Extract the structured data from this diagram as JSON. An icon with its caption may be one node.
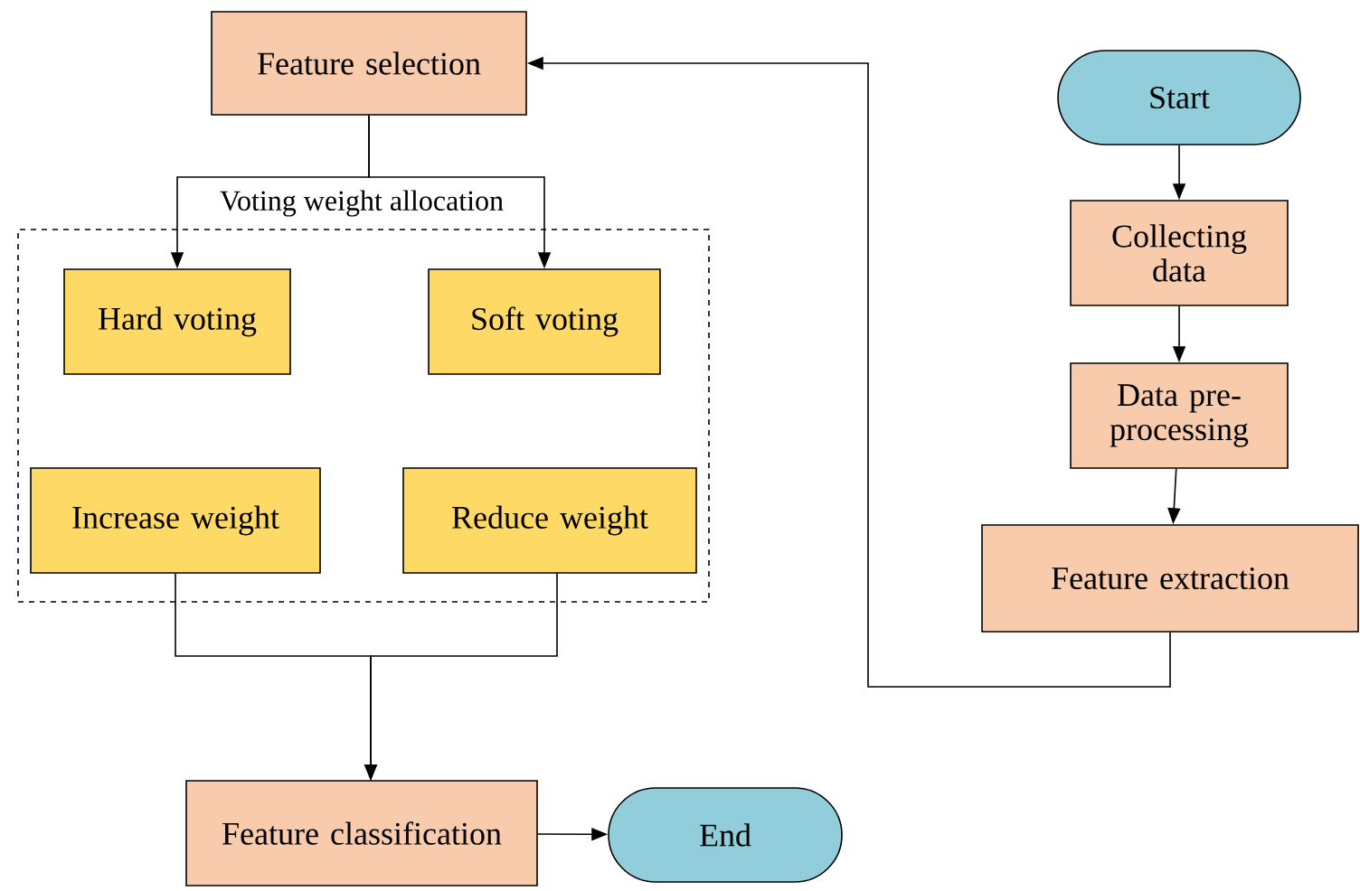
{
  "diagram": {
    "nodes": [
      {
        "text": [
          "Start"
        ]
      },
      {
        "text": [
          "Collecting data"
        ]
      },
      {
        "text": [
          "Data pre-processing"
        ]
      },
      {
        "text": [
          "Feature extraction"
        ]
      },
      {
        "text": [
          "Feature selection"
        ]
      },
      {
        "text": [
          "Voting weight allocation"
        ]
      },
      {
        "text": [
          "Hard voting"
        ],
        "in": 5
      },
      {
        "text": [
          "Soft voting"
        ],
        "in": 5
      },
      {
        "text": [
          "Increase weight"
        ],
        "in": 5
      },
      {
        "text": [
          "Reduce weight"
        ],
        "in": 5
      },
      {
        "text": [
          "Feature classification"
        ]
      },
      {
        "text": [
          "End"
        ]
      }
    ],
    "edges": [
      {
        "from": 0,
        "to": 1,
        "arrow": "to"
      },
      {
        "from": 1,
        "to": 2,
        "arrow": "to"
      },
      {
        "from": 2,
        "to": 3,
        "arrow": "to"
      },
      {
        "from": 3,
        "to": 4,
        "arrow": "to"
      },
      {
        "from": 4,
        "to": 6,
        "arrow": "to"
      },
      {
        "from": 4,
        "to": 7,
        "arrow": "to"
      },
      {
        "from": 8,
        "to": 10,
        "arrow": "to"
      },
      {
        "from": 9,
        "to": 10,
        "arrow": "to"
      },
      {
        "from": 10,
        "to": 11,
        "arrow": "to"
      }
    ]
  }
}
